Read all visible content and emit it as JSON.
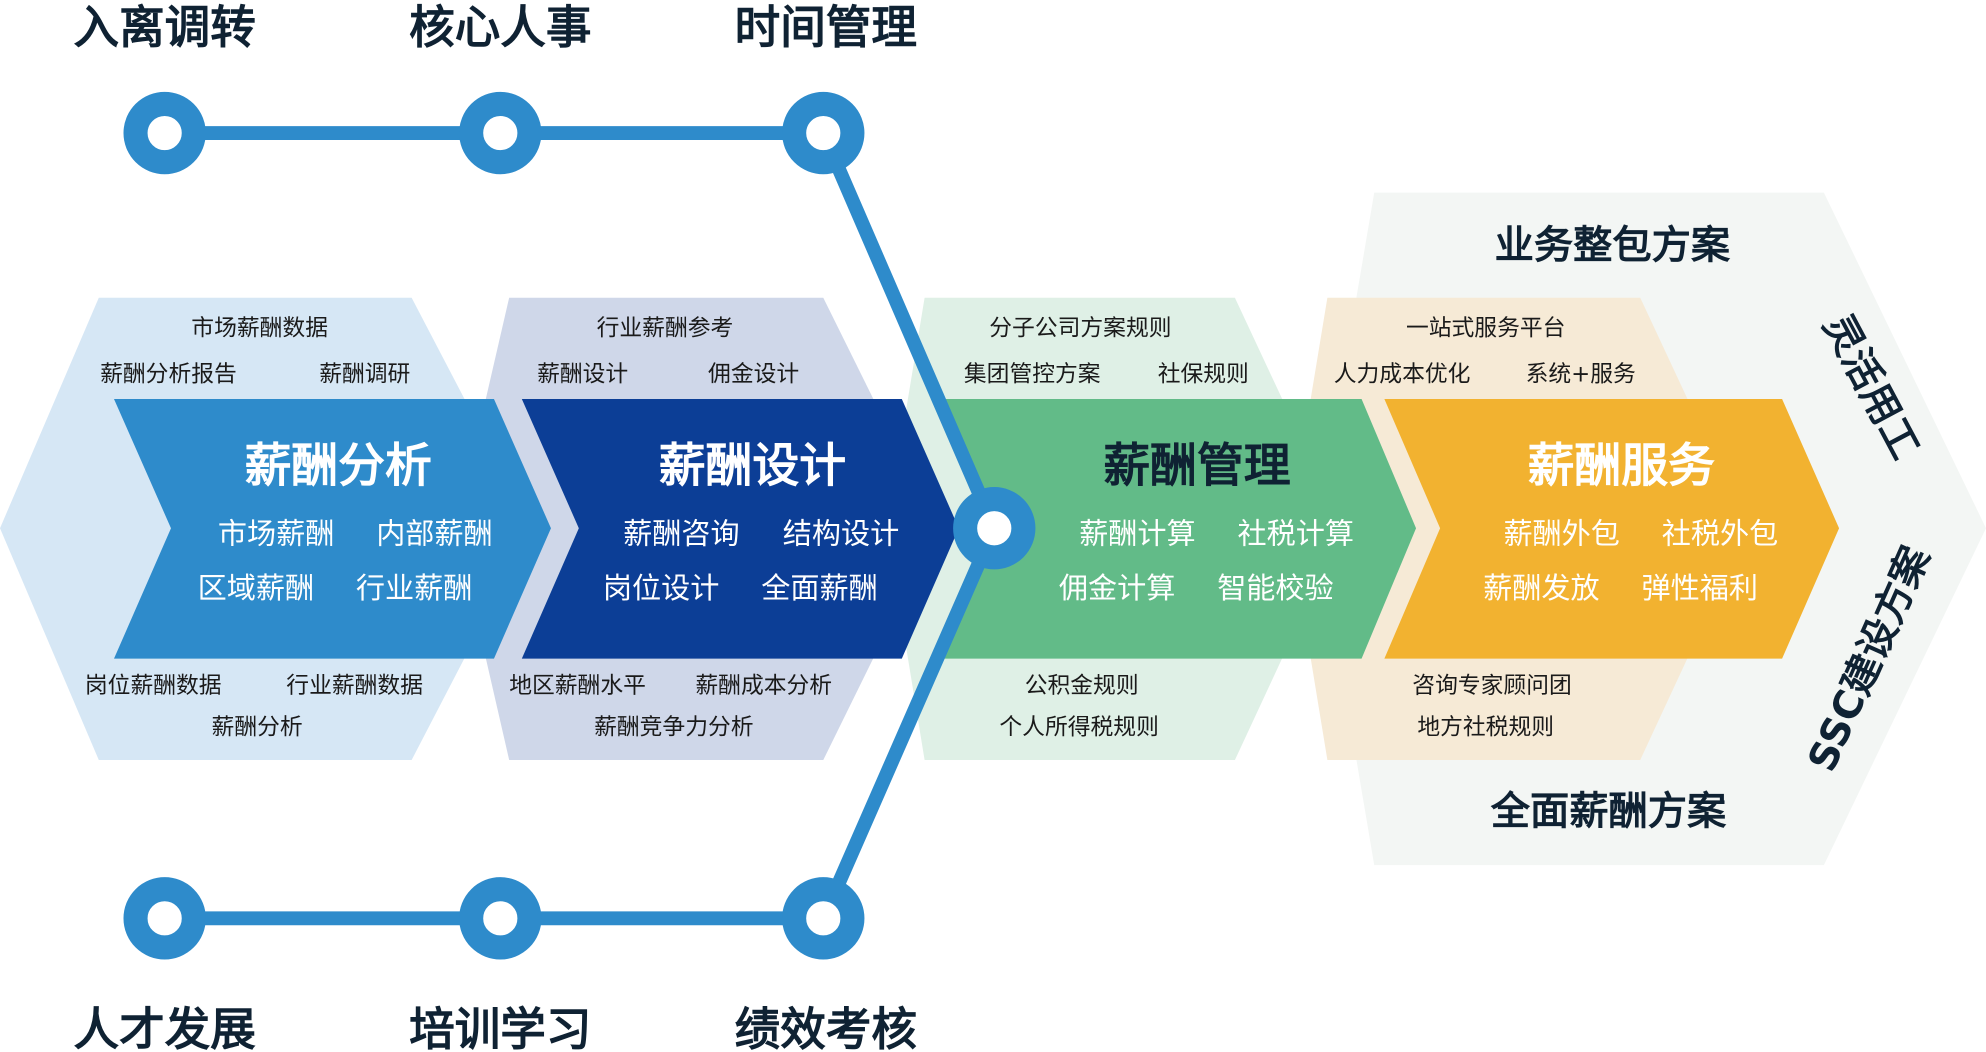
{
  "top_nodes": [
    "入离调转",
    "核心人事",
    "时间管理"
  ],
  "bottom_nodes": [
    "人才发展",
    "培训学习",
    "绩效考核"
  ],
  "stages": [
    {
      "title": "薪酬分析",
      "items": [
        "市场薪酬",
        "内部薪酬",
        "区域薪酬",
        "行业薪酬"
      ],
      "top_notes": [
        "市场薪酬数据",
        "薪酬分析报告",
        "薪酬调研"
      ],
      "bottom_notes": [
        "岗位薪酬数据",
        "行业薪酬数据",
        "薪酬分析"
      ]
    },
    {
      "title": "薪酬设计",
      "items": [
        "薪酬咨询",
        "结构设计",
        "岗位设计",
        "全面薪酬"
      ],
      "top_notes": [
        "行业薪酬参考",
        "薪酬设计",
        "佣金设计"
      ],
      "bottom_notes": [
        "地区薪酬水平",
        "薪酬成本分析",
        "薪酬竞争力分析"
      ]
    },
    {
      "title": "薪酬管理",
      "items": [
        "薪酬计算",
        "社税计算",
        "佣金计算",
        "智能校验"
      ],
      "top_notes": [
        "分子公司方案规则",
        "集团管控方案",
        "社保规则"
      ],
      "bottom_notes": [
        "公积金规则",
        "个人所得税规则"
      ]
    },
    {
      "title": "薪酬服务",
      "items": [
        "薪酬外包",
        "社税外包",
        "薪酬发放",
        "弹性福利"
      ],
      "top_notes": [
        "一站式服务平台",
        "人力成本优化",
        "系统+服务"
      ],
      "bottom_notes": [
        "咨询专家顾问团",
        "地方社税规则"
      ]
    }
  ],
  "solutions": {
    "top": "业务整包方案",
    "bottom": "全面薪酬方案",
    "right_upper": "灵活用工",
    "right_lower": "SSC建设方案"
  },
  "colors": {
    "line": "#2e8bcb",
    "analysis": "#2e8bcb",
    "design": "#0c3e96",
    "management": "#62bb88",
    "service": "#f2b230"
  }
}
